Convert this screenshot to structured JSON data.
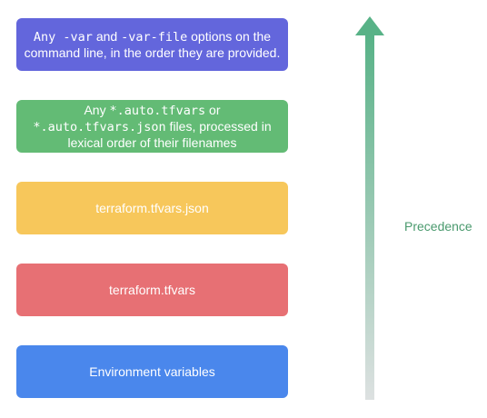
{
  "layers": [
    {
      "id": "cli",
      "color": "#6366dc",
      "lines": [
        [
          {
            "text": "Any ",
            "mono": true
          },
          {
            "text": "-var",
            "mono": true
          },
          {
            "text": " and ",
            "mono": false
          },
          {
            "text": "-var-file",
            "mono": true
          },
          {
            "text": " options on the",
            "mono": false
          }
        ],
        [
          {
            "text": "command line, in the order they are provided.",
            "mono": false
          }
        ]
      ]
    },
    {
      "id": "auto-tfvars",
      "color": "#63bb75",
      "lines": [
        [
          {
            "text": "Any ",
            "mono": false
          },
          {
            "text": "*.auto.tfvars",
            "mono": true
          },
          {
            "text": " or",
            "mono": false
          }
        ],
        [
          {
            "text": "*.auto.tfvars.json",
            "mono": true
          },
          {
            "text": " files, processed in",
            "mono": false
          }
        ],
        [
          {
            "text": "lexical order of their filenames",
            "mono": false
          }
        ]
      ]
    },
    {
      "id": "tfvars-json",
      "color": "#f7c75b",
      "lines": [
        [
          {
            "text": "terraform.tfvars.json",
            "mono": false
          }
        ]
      ]
    },
    {
      "id": "tfvars",
      "color": "#e77074",
      "lines": [
        [
          {
            "text": "terraform.tfvars",
            "mono": false
          }
        ]
      ]
    },
    {
      "id": "env",
      "color": "#4a87ec",
      "lines": [
        [
          {
            "text": "Environment variables",
            "mono": false
          }
        ]
      ]
    }
  ],
  "precedence_label": "Precedence",
  "arrow_colors": {
    "top": "#58b287",
    "bottom": "#dde1e1"
  }
}
